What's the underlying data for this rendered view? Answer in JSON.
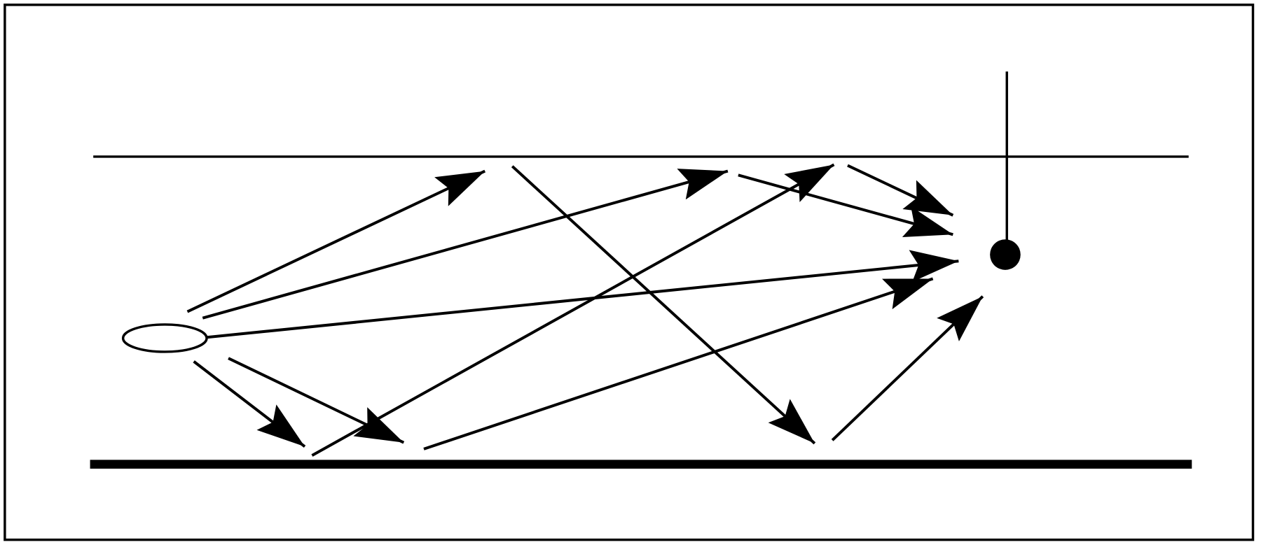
{
  "diagram": {
    "colors": {
      "stroke": "#000000",
      "background": "#ffffff"
    },
    "elements": [
      {
        "kind": "frame"
      },
      {
        "kind": "upper-horizontal-line"
      },
      {
        "kind": "lower-thick-horizontal-line"
      },
      {
        "kind": "vertical-line-with-filled-dot"
      },
      {
        "kind": "hollow-ellipse"
      },
      {
        "kind": "arrows",
        "count": 11
      }
    ]
  }
}
